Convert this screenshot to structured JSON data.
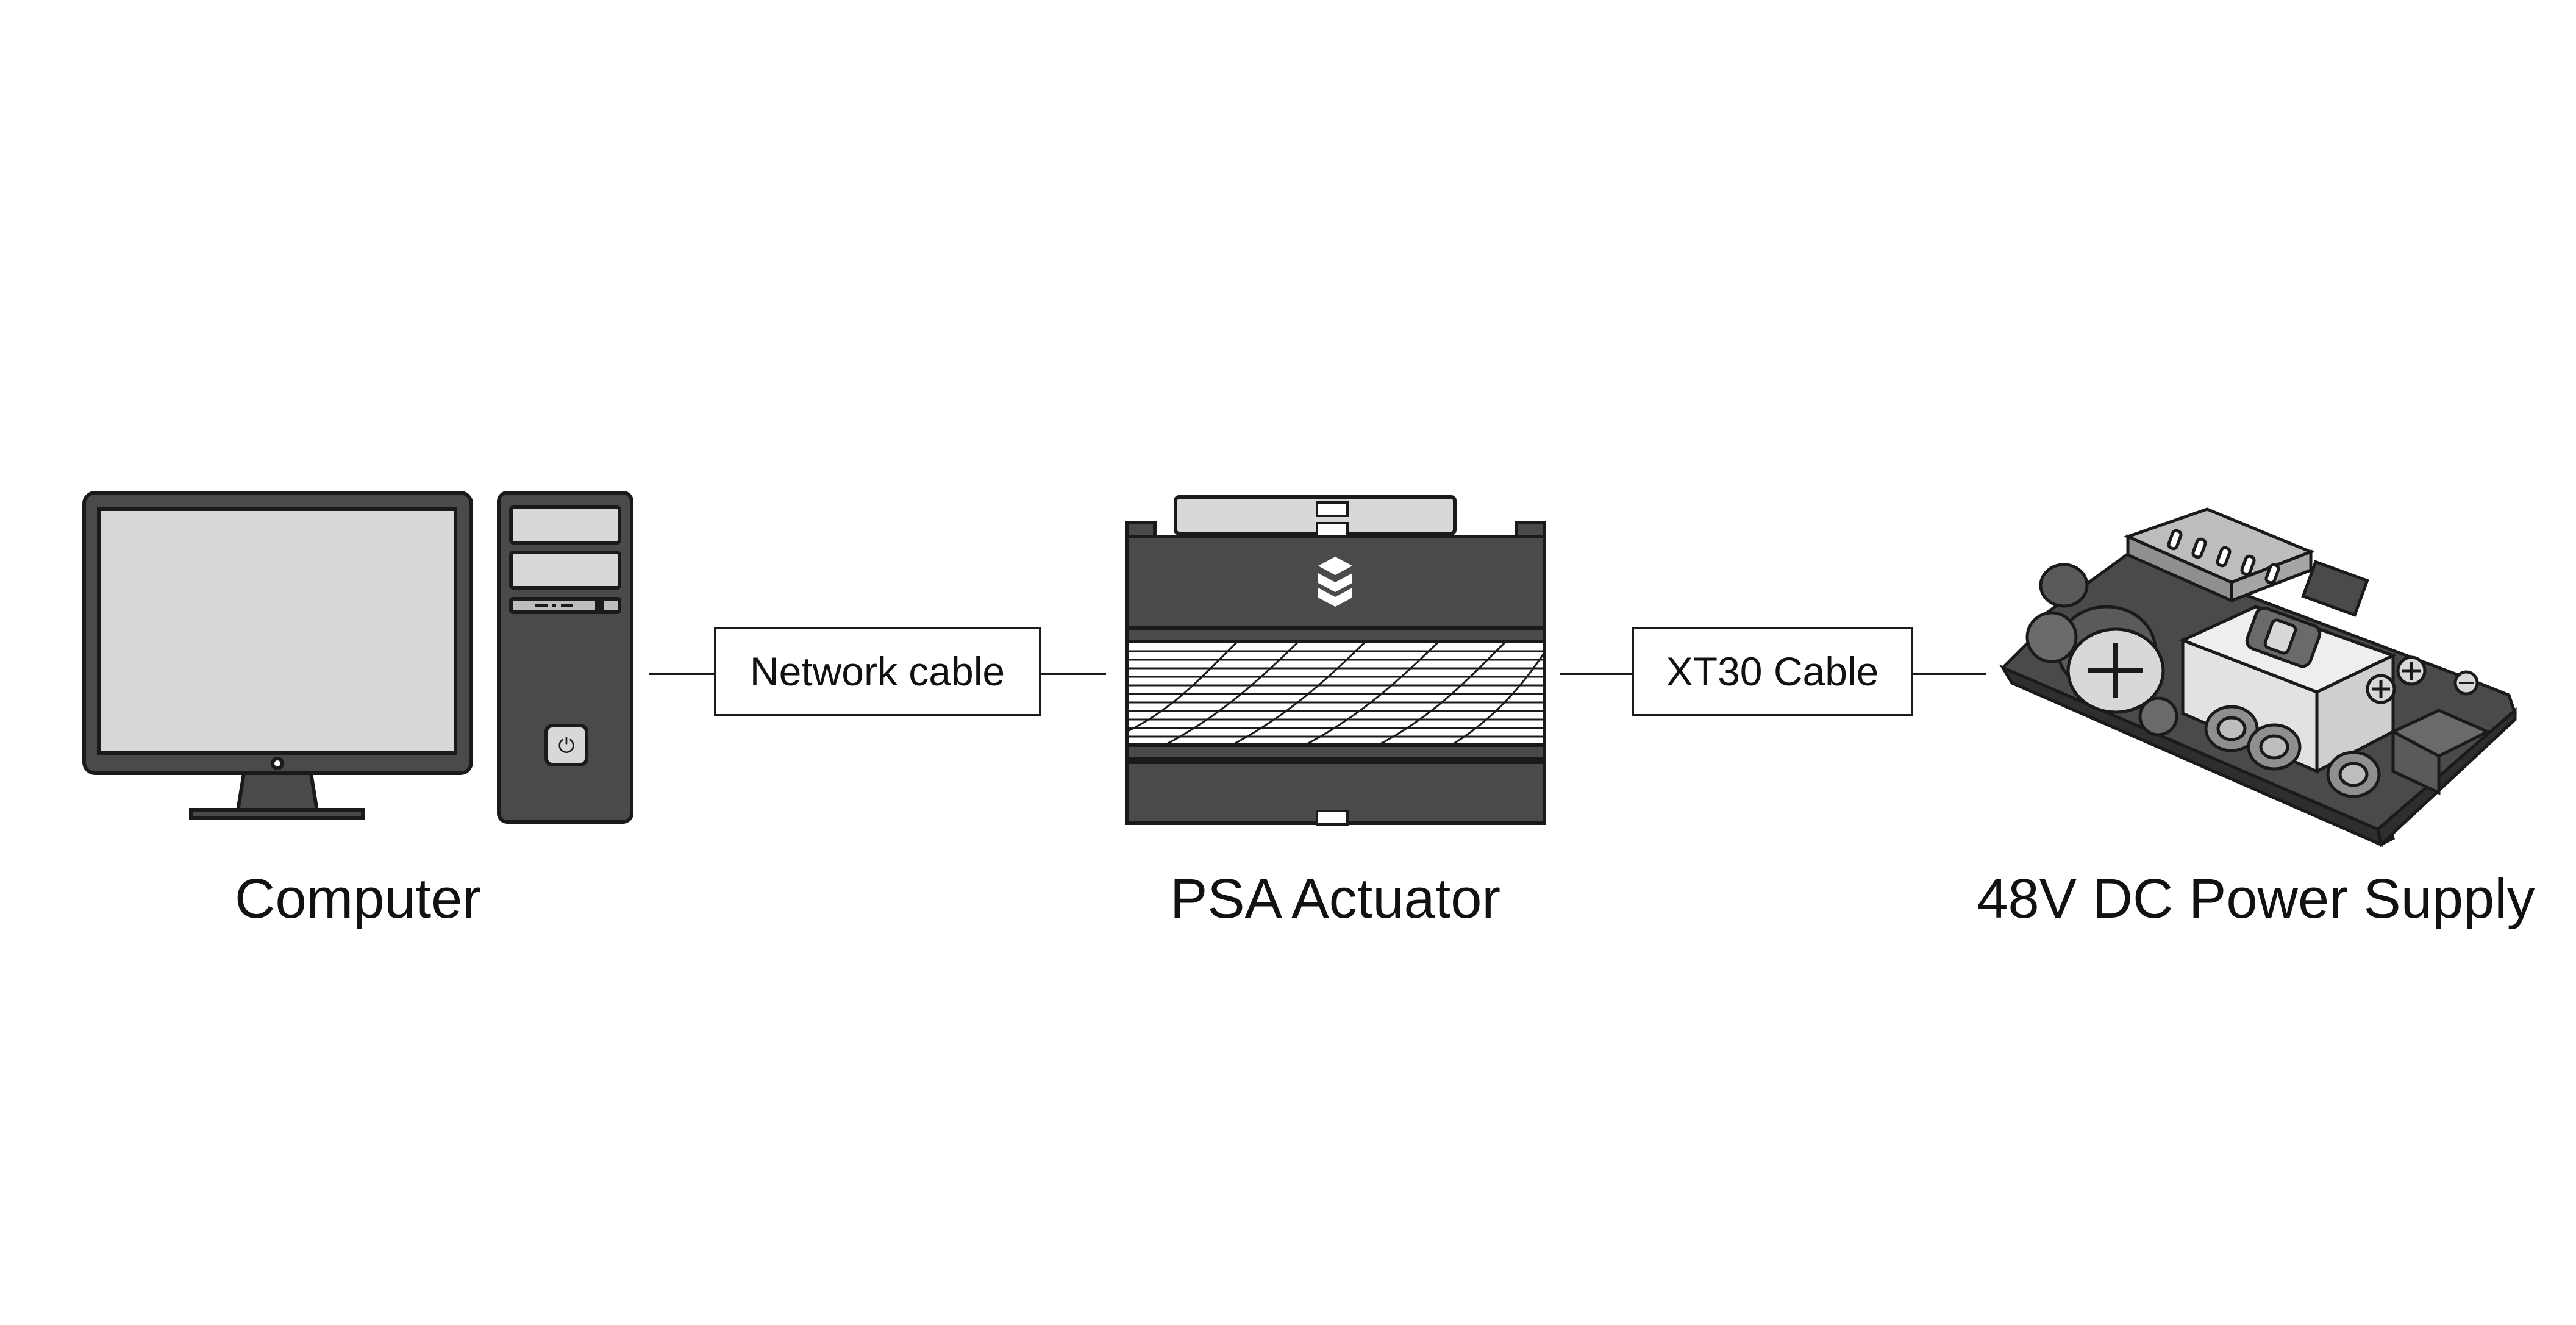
{
  "colors": {
    "background": "#ffffff",
    "outline": "#1a1a1a",
    "body_dark": "#4a4a4a",
    "panel_light": "#d8d8d8",
    "panel_mid": "#bdbdbd",
    "logo": "#ffffff"
  },
  "nodes": {
    "computer": {
      "label": "Computer",
      "icon": "desktop-computer-icon"
    },
    "actuator": {
      "label": "PSA Actuator",
      "icon": "psa-actuator-icon"
    },
    "power_supply": {
      "label": "48V DC Power Supply",
      "icon": "power-supply-board-icon"
    }
  },
  "connections": {
    "network": {
      "label": "Network cable"
    },
    "xt30": {
      "label": "XT30 Cable"
    }
  }
}
